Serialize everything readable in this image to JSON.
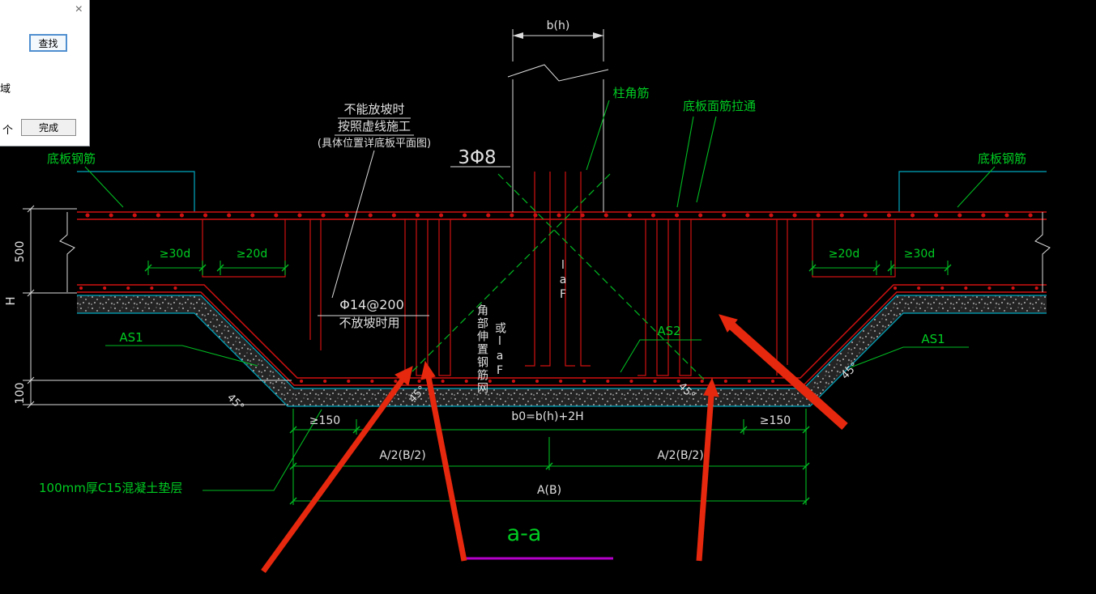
{
  "window": {
    "close_label": "×",
    "find_button": "查找",
    "left_clip_label": "域",
    "count_label": "个",
    "done_button": "完成"
  },
  "drawing": {
    "dims": {
      "bh": "b(h)",
      "v500": "500",
      "vH": "H",
      "v100": "100",
      "ge30d": "≥30d",
      "ge20d": "≥20d",
      "ge150": "≥150",
      "b0": "b0=b(h)+2H",
      "a2": "A/2(B/2)",
      "ab": "A(B)",
      "angle45": "45°"
    },
    "labels": {
      "slab_rebar": "底板钢筋",
      "column_corner_bar": "柱角筋",
      "top_mesh_through": "底板面筋拉通",
      "note1": "不能放坡时",
      "note2": "按照虚线施工",
      "note3": "(具体位置详底板平面图)",
      "bars_3phi8": "3Φ8",
      "phi14_200": "Φ14@200",
      "no_slope_use": "不放坡时用",
      "corner_mesh": "角部伸置钢筋网",
      "or_laf": "或laF",
      "laf": "laF",
      "as1": "AS1",
      "as2": "AS2",
      "blinding": "100mm厚C15混凝土垫层",
      "section_title": "a-a"
    },
    "colors": {
      "background": "#000000",
      "rebar_red": "#d01111",
      "annotation_green": "#00bb22",
      "dimension_white": "#e0e0e0",
      "cyan": "#00a8c0",
      "magenta": "#b400c8",
      "marker_red": "#e6280e"
    }
  }
}
